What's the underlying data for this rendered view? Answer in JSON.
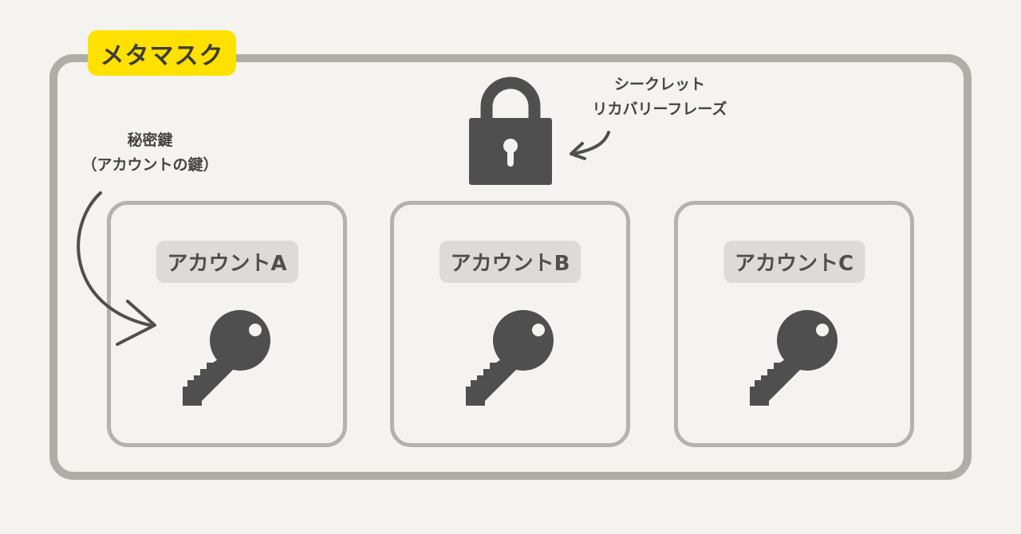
{
  "wallet": {
    "title": "メタマスク"
  },
  "annotations": {
    "recovery_phrase": [
      "シークレット",
      "リカバリーフレーズ"
    ],
    "private_key": [
      "秘密鍵",
      "（アカウントの鍵）"
    ]
  },
  "accounts": [
    {
      "label": "アカウントA"
    },
    {
      "label": "アカウントB"
    },
    {
      "label": "アカウントC"
    }
  ],
  "colors": {
    "background": "#f4f3ef",
    "frame": "#afada8",
    "title_badge": "#ffe100",
    "icon": "#4f4f4f",
    "label_bg": "#dcdbd8"
  },
  "icons": {
    "lock": "lock-icon",
    "key": "key-icon"
  }
}
